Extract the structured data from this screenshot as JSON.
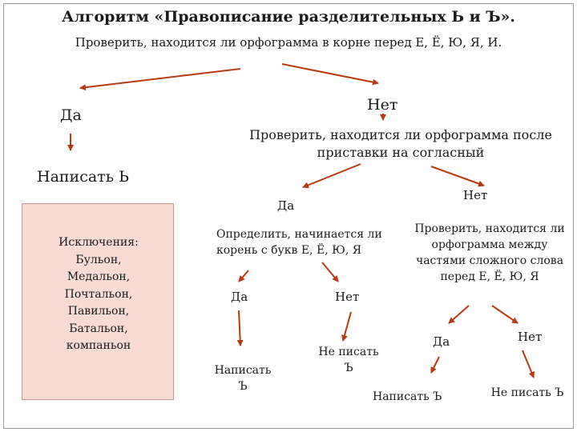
{
  "title": "Алгоритм «Правописание разделительных Ь и Ъ».",
  "question_root": "Проверить, находится ли орфограмма в корне перед Е, Ё, Ю, Я, И.",
  "root_yes": "Да",
  "root_no": "Нет",
  "write_soft_sign": "Написать Ь",
  "exceptions": {
    "heading": "Исключения:",
    "words": [
      "Бульон,",
      "Медальон,",
      "Почтальон,",
      "Павильон,",
      "Батальон,",
      "компаньон"
    ]
  },
  "question_prefix": "Проверить, находится ли орфограмма после приставки на согласный",
  "prefix_yes": "Да",
  "prefix_no": "Нет",
  "question_root_start": "Определить, начинается ли корень с букв Е, Ё, Ю, Я",
  "root_start_yes": "Да",
  "root_start_no": "Нет",
  "write_hard_1": "Написать Ъ",
  "no_write_hard_1": "Не писать Ъ",
  "question_compound": "Проверить, находится ли орфограмма между частями сложного слова перед Е, Ё, Ю, Я",
  "compound_yes": "Да",
  "compound_no": "Нет",
  "write_hard_2": "Написать Ъ",
  "no_write_hard_2": "Не писать Ъ",
  "colors": {
    "arrow": "#b83a10",
    "exceptions_fill": "#f8dcd4"
  }
}
